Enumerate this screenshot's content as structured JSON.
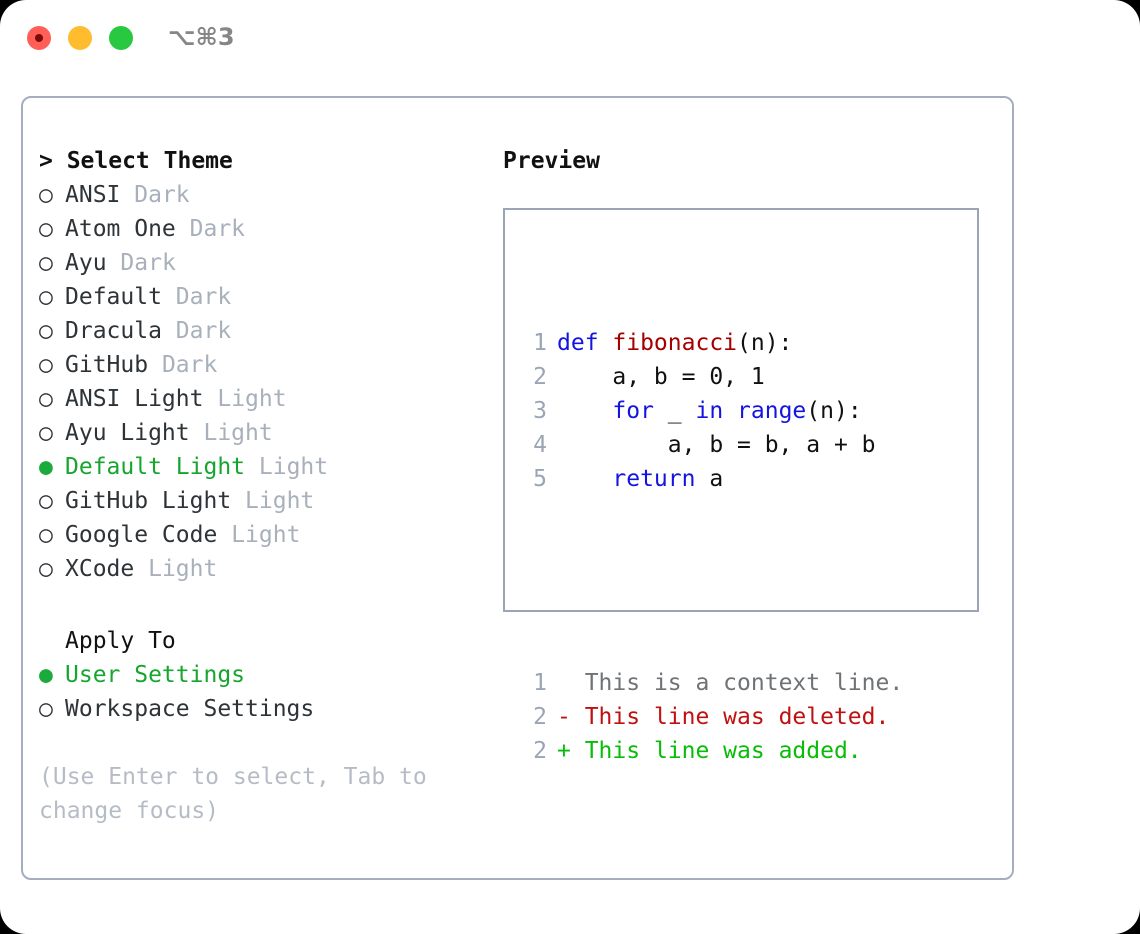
{
  "window": {
    "shortcut": "⌥⌘3",
    "traffic_lights": [
      {
        "name": "close",
        "color": "#ff5f57"
      },
      {
        "name": "minimize",
        "color": "#febc2e"
      },
      {
        "name": "maximize",
        "color": "#28c840"
      }
    ]
  },
  "theme_picker": {
    "header": "> Select Theme",
    "items": [
      {
        "bullet": "○",
        "label": "ANSI",
        "variant": "Dark",
        "selected": false
      },
      {
        "bullet": "○",
        "label": "Atom One",
        "variant": "Dark",
        "selected": false
      },
      {
        "bullet": "○",
        "label": "Ayu",
        "variant": "Dark",
        "selected": false
      },
      {
        "bullet": "○",
        "label": "Default",
        "variant": "Dark",
        "selected": false
      },
      {
        "bullet": "○",
        "label": "Dracula",
        "variant": "Dark",
        "selected": false
      },
      {
        "bullet": "○",
        "label": "GitHub",
        "variant": "Dark",
        "selected": false
      },
      {
        "bullet": "○",
        "label": "ANSI Light",
        "variant": "Light",
        "selected": false
      },
      {
        "bullet": "○",
        "label": "Ayu Light",
        "variant": "Light",
        "selected": false
      },
      {
        "bullet": "●",
        "label": "Default Light",
        "variant": "Light",
        "selected": true
      },
      {
        "bullet": "○",
        "label": "GitHub Light",
        "variant": "Light",
        "selected": false
      },
      {
        "bullet": "○",
        "label": "Google Code",
        "variant": "Light",
        "selected": false
      },
      {
        "bullet": "○",
        "label": "XCode",
        "variant": "Light",
        "selected": false
      }
    ]
  },
  "apply_to": {
    "title": "Apply To",
    "items": [
      {
        "bullet": "●",
        "label": "User Settings",
        "selected": true
      },
      {
        "bullet": "○",
        "label": "Workspace Settings",
        "selected": false
      }
    ]
  },
  "hint": "(Use Enter to select, Tab to change focus)",
  "preview": {
    "title": "Preview",
    "code_lines": [
      {
        "no": "1",
        "tokens": [
          {
            "t": "def ",
            "c": "kw"
          },
          {
            "t": "fibonacci",
            "c": "fn"
          },
          {
            "t": "(n):",
            "c": "plain"
          }
        ]
      },
      {
        "no": "2",
        "tokens": [
          {
            "t": "    a, b = 0, 1",
            "c": "plain"
          }
        ]
      },
      {
        "no": "3",
        "tokens": [
          {
            "t": "    ",
            "c": "plain"
          },
          {
            "t": "for",
            "c": "kw"
          },
          {
            "t": " _ ",
            "c": "plain"
          },
          {
            "t": "in",
            "c": "kw"
          },
          {
            "t": " ",
            "c": "plain"
          },
          {
            "t": "range",
            "c": "kw"
          },
          {
            "t": "(n):",
            "c": "plain"
          }
        ]
      },
      {
        "no": "4",
        "tokens": [
          {
            "t": "        a, b = b, a + b",
            "c": "plain"
          }
        ]
      },
      {
        "no": "5",
        "tokens": [
          {
            "t": "    ",
            "c": "plain"
          },
          {
            "t": "return",
            "c": "kw"
          },
          {
            "t": " a",
            "c": "plain"
          }
        ]
      }
    ],
    "diff_lines": [
      {
        "no": "1",
        "marker": " ",
        "text": " This is a context line.",
        "kind": "ctx"
      },
      {
        "no": "2",
        "marker": "-",
        "text": " This line was deleted.",
        "kind": "del"
      },
      {
        "no": "2",
        "marker": "+",
        "text": " This line was added.",
        "kind": "add"
      }
    ]
  },
  "colors": {
    "accent_green": "#16a62f",
    "muted": "#a8b0bb",
    "keyword_blue": "#1414e0",
    "function_red": "#a50000",
    "diff_delete": "#c01111",
    "diff_add": "#08bd08",
    "border": "#a4aebd"
  }
}
